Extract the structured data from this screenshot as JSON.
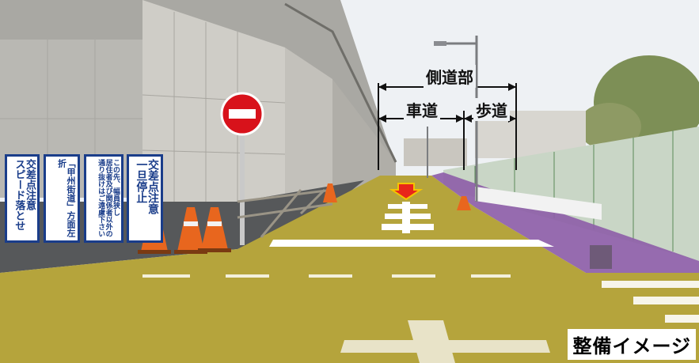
{
  "labels": {
    "sidewalk_area": "側道部",
    "roadway": "車道",
    "walkway": "歩道"
  },
  "badge": "整備イメージ",
  "signs": {
    "sign1": "交差点注意\nスピード落とせ",
    "sign2": "「甲州街道」方面左折",
    "sign3": "この先、幅員狭し\n居住者及び関係者以外の\n通り抜けはご遠慮下さい",
    "sign4": "交差点注意\n一旦停止"
  },
  "colors": {
    "roadway_overlay": "#b5a43c",
    "walkway_overlay": "#8e5fa8",
    "sky": "#eef1f4",
    "stop_sign": "#d8121b",
    "cone": "#e8661e"
  }
}
